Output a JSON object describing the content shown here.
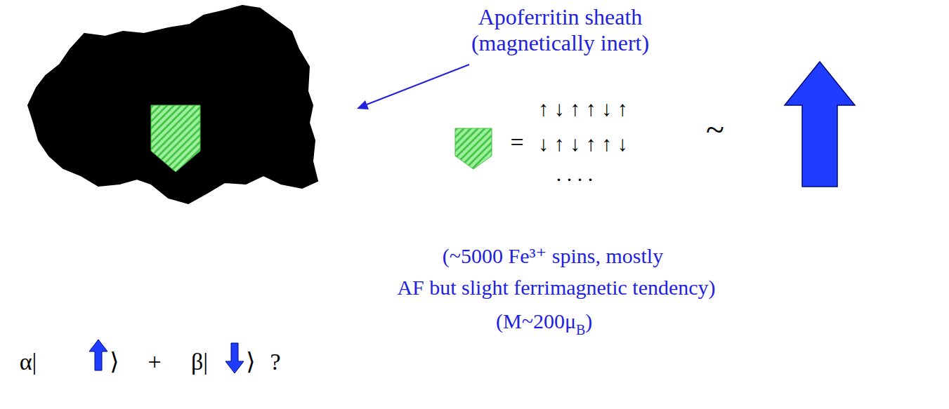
{
  "diagram": {
    "labels": [
      "Apoferritin sheath (magnetically inert)",
      "=",
      "↑ ↓ ↑ ↑ ↓ ↑",
      "~",
      "↓ ↑ ↓ ↑ ↑ ↓",
      ". . . .",
      "α|",
      "⟩",
      "+",
      "β|",
      "⟩",
      "?",
      "(~5000 Fe³⁺ spins, mostly",
      "AF but slight ferrimagnetic tendency)",
      "(M~200μ",
      "B",
      ")"
    ]
  }
}
